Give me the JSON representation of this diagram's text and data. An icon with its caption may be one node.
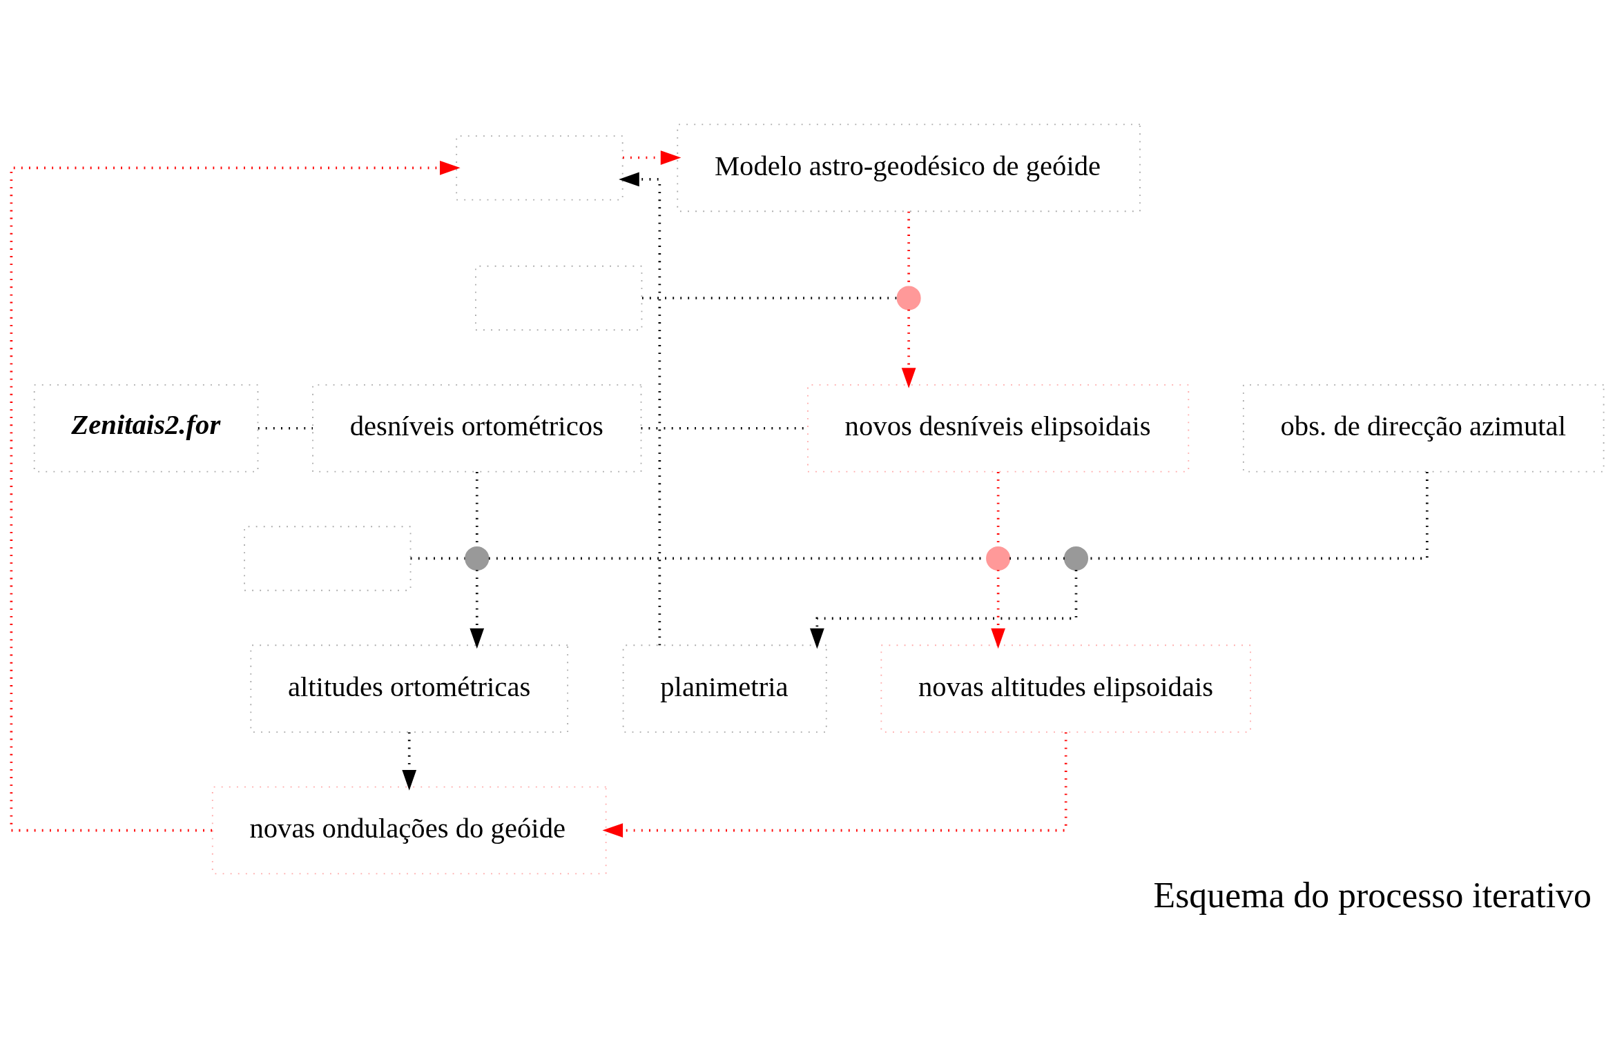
{
  "diagram": {
    "caption": "Esquema do processo iterativo",
    "nodes": [
      {
        "text": [
          "Modelo astro-geodésico de geóide"
        ]
      },
      {
        "text": [],
        "shape": "box"
      },
      {
        "text": [],
        "shape": "box"
      },
      {
        "text": [
          "Zenitais2.for"
        ]
      },
      {
        "text": [
          "desníveis ortométricos"
        ]
      },
      {
        "text": [
          "novos desníveis elipsoidais"
        ]
      },
      {
        "text": [
          "obs. de direcção azimutal"
        ]
      },
      {
        "text": [],
        "shape": "box"
      },
      {
        "text": [
          "altitudes ortométricas"
        ]
      },
      {
        "text": [
          "novas altitudes elipsoidais"
        ]
      },
      {
        "text": [
          "planimetria"
        ]
      },
      {
        "text": [
          "novas ondulações do geóide"
        ]
      },
      {
        "text": [],
        "shape": "circle"
      },
      {
        "text": [],
        "shape": "circle"
      },
      {
        "text": [],
        "shape": "circle"
      },
      {
        "text": [],
        "shape": "circle"
      }
    ],
    "edges": [
      {
        "from": 0,
        "to": 12,
        "arrow": "none",
        "color": "#ff0000"
      },
      {
        "from": 2,
        "to": 12,
        "arrow": "none"
      },
      {
        "from": 12,
        "to": 5,
        "arrow": "to",
        "color": "#ff0000"
      },
      {
        "from": 3,
        "to": 4,
        "arrow": "none"
      },
      {
        "from": 4,
        "to": 5,
        "arrow": "none"
      },
      {
        "from": 4,
        "to": 13,
        "arrow": "none"
      },
      {
        "from": 7,
        "to": 13,
        "arrow": "none"
      },
      {
        "from": 13,
        "to": 14,
        "arrow": "none"
      },
      {
        "from": 14,
        "to": 15,
        "arrow": "none"
      },
      {
        "from": 13,
        "to": 8,
        "arrow": "to"
      },
      {
        "from": 5,
        "to": 14,
        "arrow": "none",
        "color": "#ff0000"
      },
      {
        "from": 14,
        "to": 9,
        "arrow": "to",
        "color": "#ff0000"
      },
      {
        "from": 6,
        "to": 15,
        "arrow": "none"
      },
      {
        "from": 15,
        "to": 10,
        "arrow": "to"
      },
      {
        "from": 8,
        "to": 11,
        "arrow": "to"
      },
      {
        "from": 9,
        "to": 11,
        "arrow": "to",
        "color": "#ff0000"
      },
      {
        "from": 11,
        "to": 1,
        "arrow": "to",
        "color": "#ff0000"
      },
      {
        "from": 10,
        "to": 1,
        "arrow": "to"
      },
      {
        "from": 1,
        "to": 0,
        "arrow": "to",
        "color": "#ff0000"
      }
    ]
  }
}
